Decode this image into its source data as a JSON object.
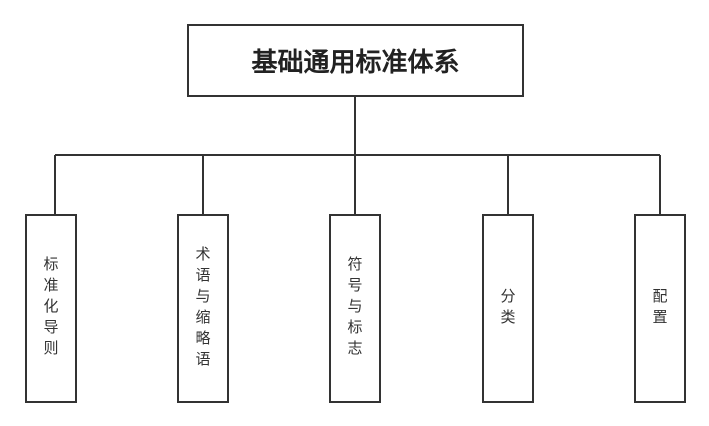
{
  "root": {
    "title": "基础通用标准体系"
  },
  "children": [
    {
      "label": "标准化导则"
    },
    {
      "label": "术语与缩略语"
    },
    {
      "label": "符号与标志"
    },
    {
      "label": "分类"
    },
    {
      "label": "配置"
    }
  ]
}
